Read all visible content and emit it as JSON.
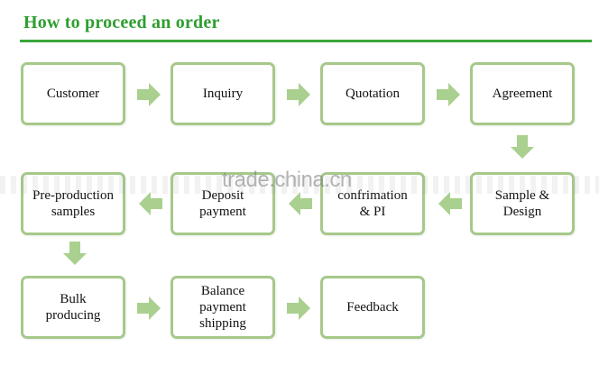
{
  "title": "How to proceed an order",
  "steps": {
    "customer": "Customer",
    "inquiry": "Inquiry",
    "quotation": "Quotation",
    "agreement": "Agreement",
    "sample_design": "Sample &\nDesign",
    "confirmation_pi": "confrimation\n& PI",
    "deposit_payment": "Deposit\npayment",
    "pre_production": "Pre-production\nsamples",
    "bulk_producing": "Bulk\nproducing",
    "balance_payment": "Balance\npayment\nshipping",
    "feedback": "Feedback"
  },
  "watermark": "trade.china.cn",
  "colors": {
    "title": "#2f9e2f",
    "rule": "#3aa73a",
    "box_border": "#a6c98a",
    "arrow": "#a9d08e"
  }
}
